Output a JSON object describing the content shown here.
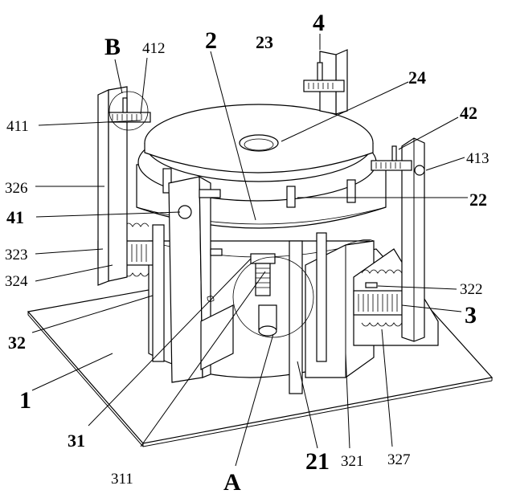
{
  "labels": {
    "l_4": "4",
    "l_B": "B",
    "l_412": "412",
    "l_2": "2",
    "l_23": "23",
    "l_24": "24",
    "l_42": "42",
    "l_411": "411",
    "l_413": "413",
    "l_326": "326",
    "l_22": "22",
    "l_41": "41",
    "l_323": "323",
    "l_324": "324",
    "l_322": "322",
    "l_3": "3",
    "l_32": "32",
    "l_1": "1",
    "l_31": "31",
    "l_311": "311",
    "l_21": "21",
    "l_321": "321",
    "l_327": "327",
    "l_A": "A"
  }
}
